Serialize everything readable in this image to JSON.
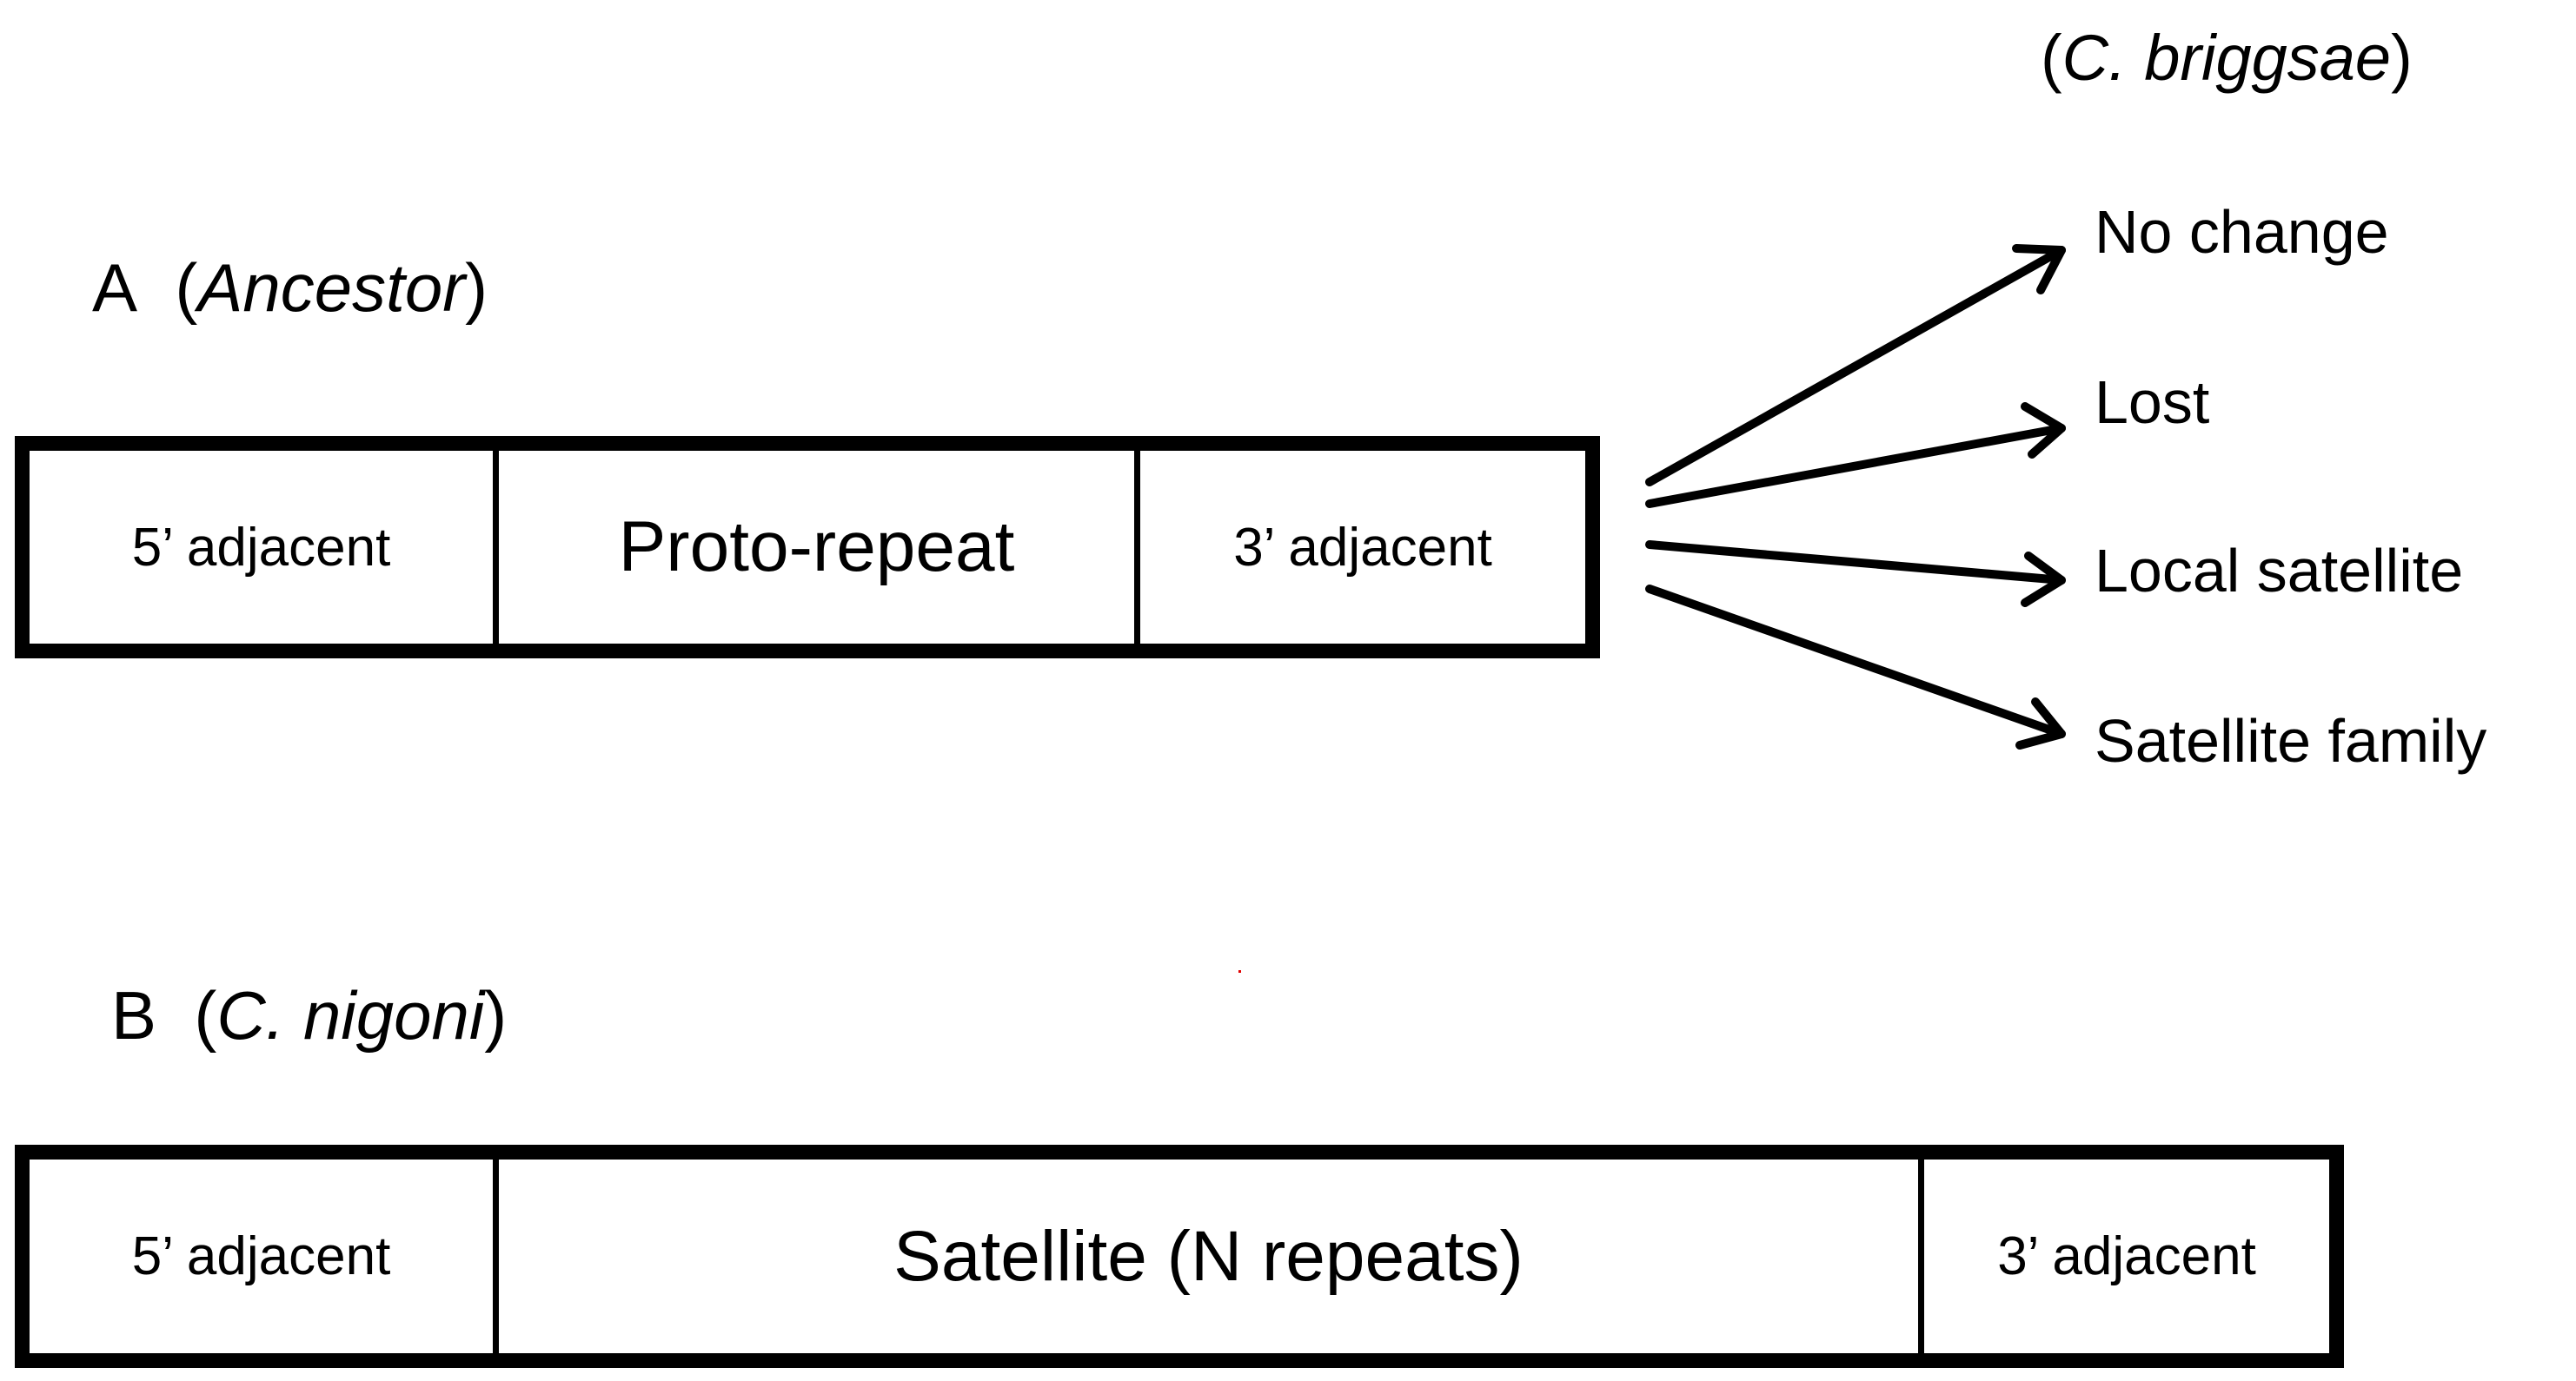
{
  "panel_a": {
    "letter": "A",
    "species": "Ancestor",
    "segments": [
      "5’ adjacent",
      "Proto-repeat",
      "3’ adjacent"
    ]
  },
  "panel_b": {
    "letter": "B",
    "species": "C. nigoni",
    "segments": [
      "5’ adjacent",
      "Satellite (N repeats)",
      "3’ adjacent"
    ]
  },
  "outcomes": {
    "species": "C. briggsae",
    "items": [
      "No change",
      "Lost",
      "Local satellite",
      "Satellite family"
    ]
  }
}
